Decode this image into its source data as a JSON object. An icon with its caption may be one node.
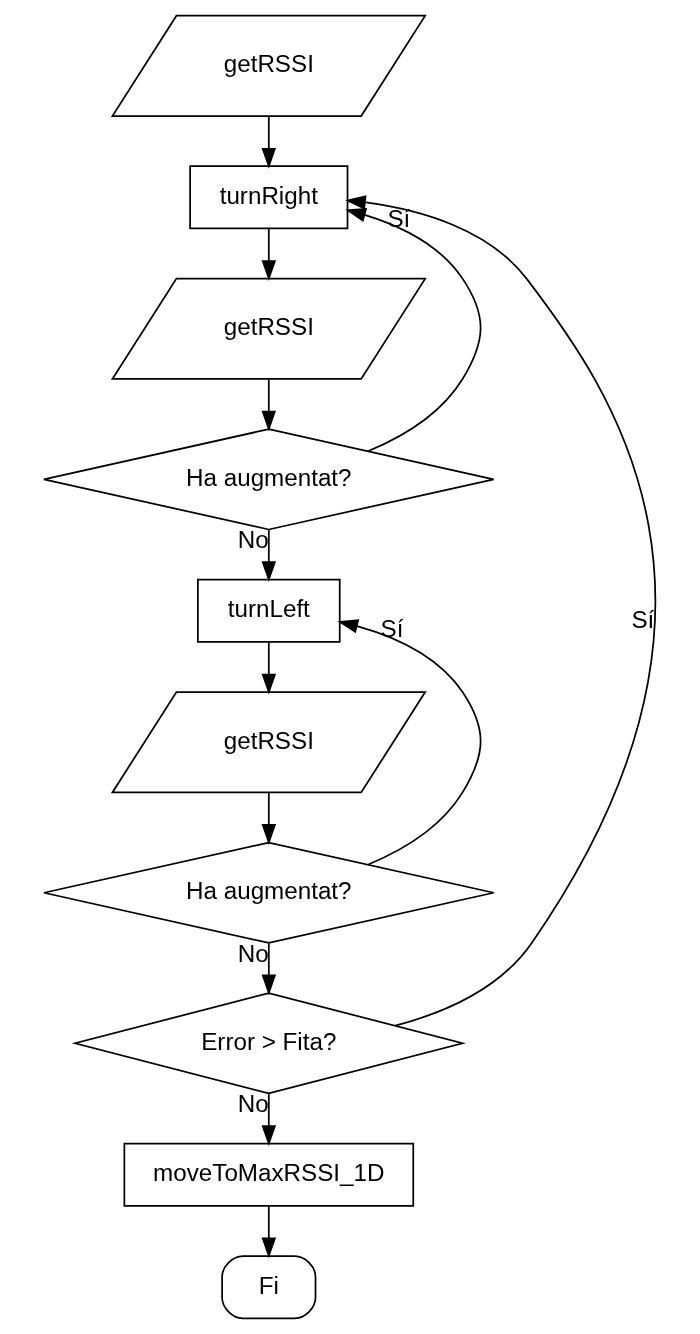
{
  "diagram": {
    "nodes": [
      {
        "text": [
          "getRSSI"
        ]
      },
      {
        "text": [
          "turnRight"
        ]
      },
      {
        "text": [
          "getRSSI"
        ]
      },
      {
        "text": [
          "Ha augmentat?"
        ]
      },
      {
        "text": [
          "turnLeft"
        ]
      },
      {
        "text": [
          "getRSSI"
        ]
      },
      {
        "text": [
          "Ha augmentat?"
        ]
      },
      {
        "text": [
          "Error > Fita?"
        ]
      },
      {
        "text": [
          "moveToMaxRSSI_1D"
        ]
      },
      {
        "text": [
          "Fi"
        ]
      }
    ],
    "edges": [
      {
        "from": 0,
        "to": 1,
        "arrow": "to"
      },
      {
        "from": 1,
        "to": 2,
        "arrow": "to"
      },
      {
        "from": 2,
        "to": 3,
        "arrow": "to"
      },
      {
        "from": 3,
        "to": 1,
        "arrow": "to",
        "label": "Sí"
      },
      {
        "from": 3,
        "to": 4,
        "arrow": "to",
        "label": "No"
      },
      {
        "from": 4,
        "to": 5,
        "arrow": "to"
      },
      {
        "from": 5,
        "to": 6,
        "arrow": "to"
      },
      {
        "from": 6,
        "to": 4,
        "arrow": "to",
        "label": "Sí"
      },
      {
        "from": 6,
        "to": 7,
        "arrow": "to",
        "label": "No"
      },
      {
        "from": 7,
        "to": 1,
        "arrow": "to",
        "label": "Sí"
      },
      {
        "from": 7,
        "to": 8,
        "arrow": "to",
        "label": "No"
      },
      {
        "from": 8,
        "to": 9,
        "arrow": "to"
      }
    ]
  }
}
